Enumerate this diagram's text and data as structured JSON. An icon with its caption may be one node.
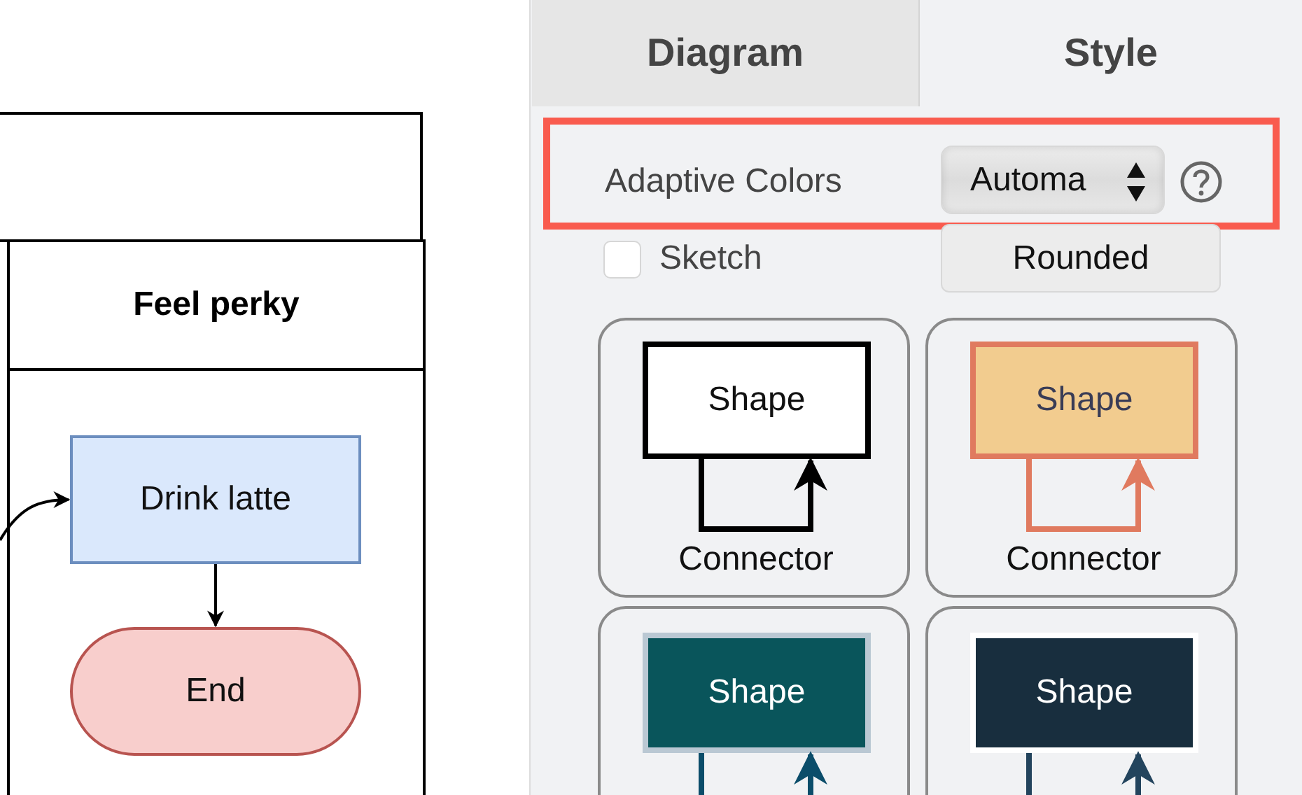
{
  "diagram": {
    "nodes": [
      {
        "text": [
          "Feel perky"
        ]
      },
      {
        "text": [
          "Drink latte"
        ],
        "in": 0
      },
      {
        "text": [
          "End"
        ],
        "in": 0
      },
      {
        "text": [],
        "shape": "box"
      },
      {
        "text": [
          "Shape"
        ],
        "in": 3
      },
      {
        "text": [],
        "shape": "box"
      },
      {
        "text": [
          "Shape"
        ],
        "in": 5
      },
      {
        "text": [],
        "shape": "box"
      },
      {
        "text": [
          "Shape"
        ],
        "in": 7
      },
      {
        "text": [],
        "shape": "box"
      },
      {
        "text": [
          "Shape"
        ],
        "in": 9
      }
    ],
    "edges": [
      {
        "from": null,
        "to": 1,
        "arrow": "to"
      },
      {
        "from": 1,
        "to": 2,
        "arrow": "to"
      },
      {
        "from": 4,
        "to": 4,
        "arrow": "to",
        "label": "Connector"
      },
      {
        "from": 6,
        "to": 6,
        "arrow": "to",
        "label": "Connector",
        "color": "#e07a5f"
      },
      {
        "from": 8,
        "to": null,
        "arrow": "none",
        "color": "#0b4d6a"
      },
      {
        "from": null,
        "to": 8,
        "arrow": "to",
        "color": "#0b4d6a"
      },
      {
        "from": 10,
        "to": null,
        "arrow": "none",
        "color": "#23445d"
      },
      {
        "from": null,
        "to": 10,
        "arrow": "to",
        "color": "#23445d"
      }
    ],
    "labels": [
      "Diagram",
      "Style",
      "Adaptive Colors",
      "Automa",
      "Sketch",
      "Rounded"
    ]
  }
}
